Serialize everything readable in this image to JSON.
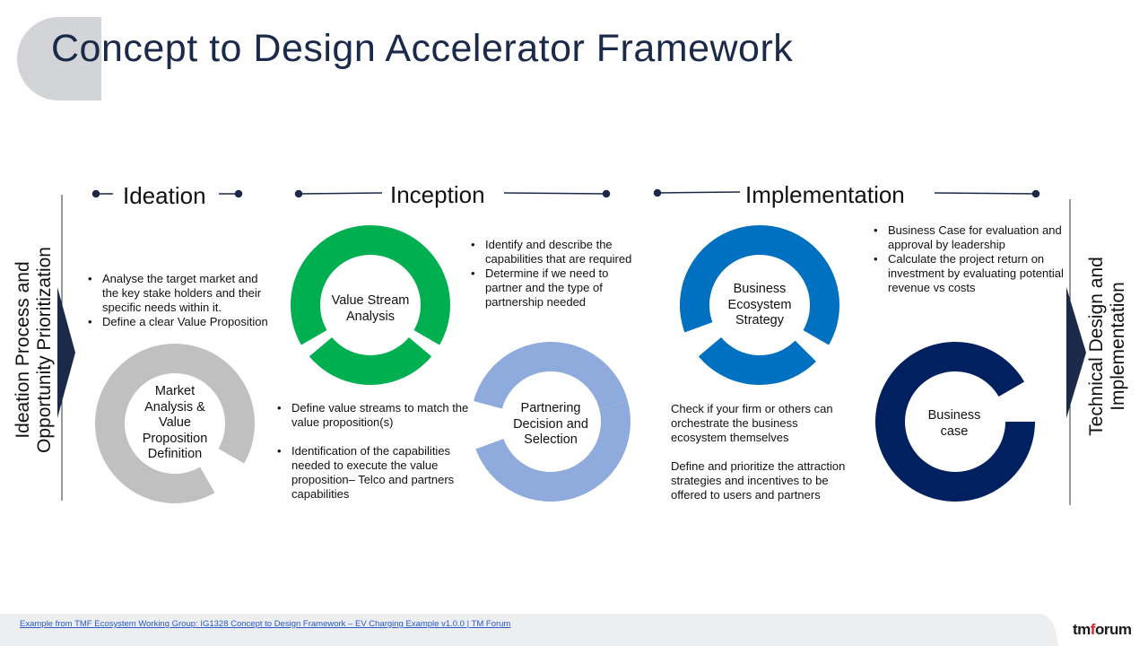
{
  "title": "Concept to Design Accelerator Framework",
  "phases": {
    "ideation": "Ideation",
    "inception": "Inception",
    "implementation": "Implementation"
  },
  "side_left": {
    "line1": "Ideation Process and",
    "line2": "Opportunity Prioritization"
  },
  "side_right": {
    "line1": "Technical Design and",
    "line2": "Implementation"
  },
  "rings": {
    "market": {
      "label": "Market Analysis & Value Proposition Definition",
      "color": "#c0c0c0"
    },
    "value_stream": {
      "label": "Value Stream Analysis",
      "color": "#00b050"
    },
    "partnering": {
      "label": "Partnering Decision and Selection",
      "color": "#8faadc"
    },
    "ecosystem": {
      "label": "Business Ecosystem Strategy",
      "color": "#0070c0"
    },
    "business_case": {
      "label": "Business case",
      "color": "#002060"
    }
  },
  "texts": {
    "market_bullets": [
      "Analyse the target market and the key stake holders and their specific needs within it.",
      "Define a clear Value Proposition"
    ],
    "value_stream_bullets": [
      "Define value streams to match the value proposition(s)",
      "Identification of the capabilities needed to execute the value proposition– Telco and partners capabilities"
    ],
    "inception_bullets": [
      "Identify and describe the capabilities that are required",
      "Determine if we need to partner and the type of partnership needed"
    ],
    "ecosystem_para1": "Check if your firm or others can orchestrate the business ecosystem themselves",
    "ecosystem_para2": "Define and prioritize the attraction strategies and incentives to be offered to users and partners",
    "business_case_bullets": [
      "Business Case for evaluation and approval by leadership",
      "Calculate the project return on investment by evaluating potential revenue vs costs"
    ]
  },
  "footer": {
    "link": "Example from TMF Ecosystem Working Group: IG1328 Concept to Design Framework – EV Charging Example v1.0.0 | TM Forum",
    "logo_main": "tm",
    "logo_accent": "f",
    "logo_rest": "orum"
  },
  "colors": {
    "title": "#1c2a4a",
    "arrow": "#1c2a4a",
    "link": "#2a58c8"
  }
}
